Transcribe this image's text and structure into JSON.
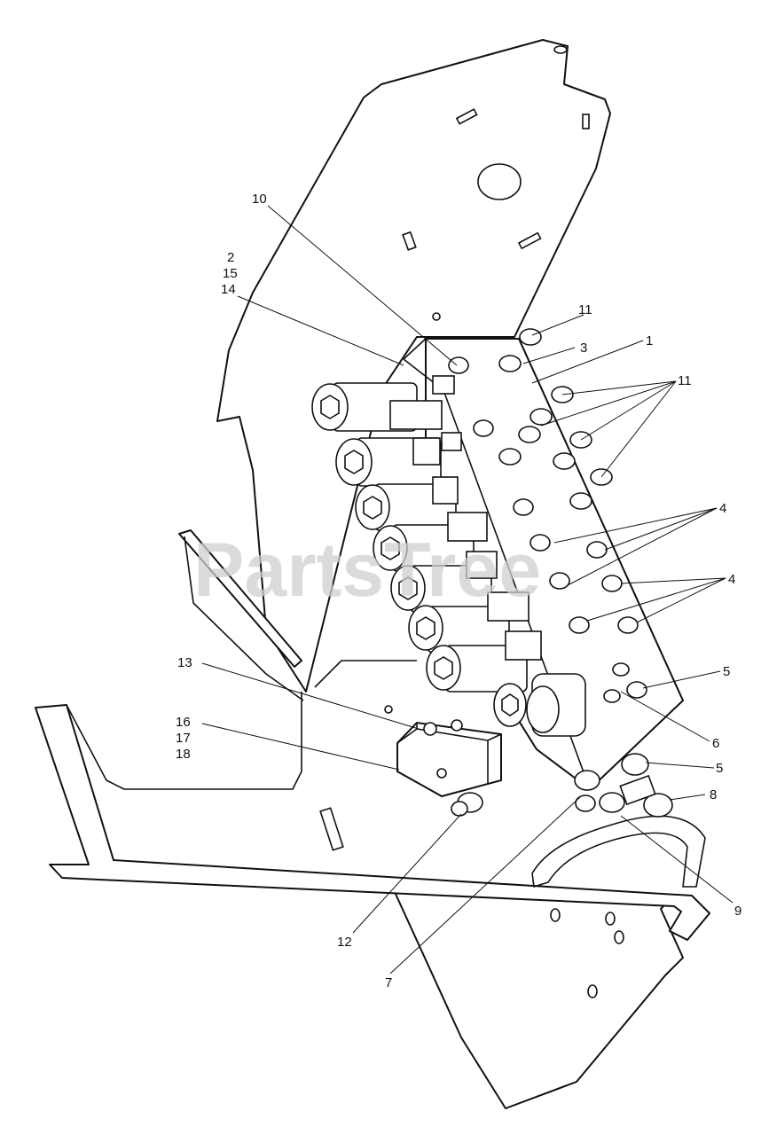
{
  "watermark": {
    "text": "PartsTree"
  },
  "callouts": {
    "c10": "10",
    "c2": "2",
    "c15": "15",
    "c14": "14",
    "c11a": "11",
    "c3": "3",
    "c1": "1",
    "c11b": "11",
    "c4a": "4",
    "c4b": "4",
    "c5a": "5",
    "c6": "6",
    "c5b": "5",
    "c8": "8",
    "c9": "9",
    "c13": "13",
    "c16": "16",
    "c17": "17",
    "c18": "18",
    "c12": "12",
    "c7": "7"
  }
}
